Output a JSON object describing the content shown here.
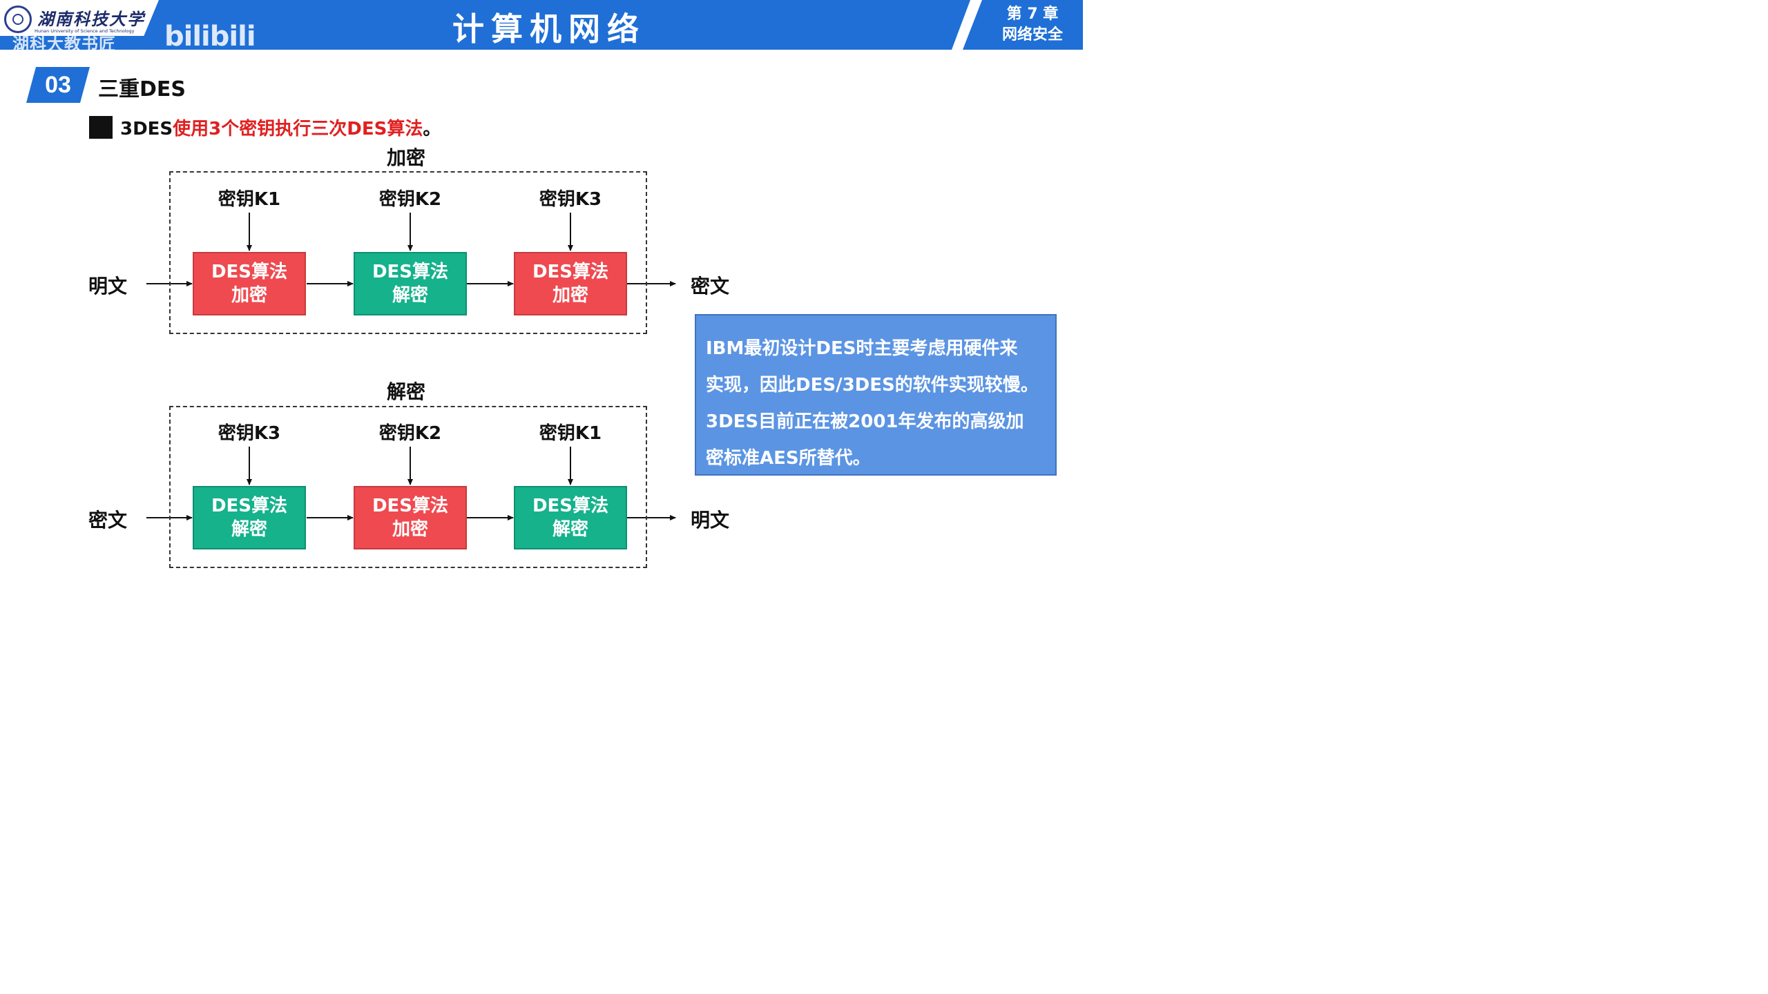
{
  "header": {
    "university_name": "湖南科技大学",
    "university_en": "Hunan University of Science and Technology",
    "watermark": "湖科大教书匠",
    "platform": "bilibili",
    "course_title": "计算机网络",
    "chapter_number": "第 7 章",
    "chapter_title": "网络安全"
  },
  "section": {
    "number": "03",
    "title": "三重DES"
  },
  "bullet": {
    "prefix": "3DES",
    "highlight": "使用3个密钥执行三次DES算法",
    "suffix": "。"
  },
  "encryption": {
    "title": "加密",
    "input": "明文",
    "output": "密文",
    "keys": [
      "密钥K1",
      "密钥K2",
      "密钥K3"
    ],
    "blocks": [
      {
        "line1": "DES算法",
        "line2": "加密",
        "kind": "enc"
      },
      {
        "line1": "DES算法",
        "line2": "解密",
        "kind": "dec"
      },
      {
        "line1": "DES算法",
        "line2": "加密",
        "kind": "enc"
      }
    ]
  },
  "decryption": {
    "title": "解密",
    "input": "密文",
    "output": "明文",
    "keys": [
      "密钥K3",
      "密钥K2",
      "密钥K1"
    ],
    "blocks": [
      {
        "line1": "DES算法",
        "line2": "解密",
        "kind": "dec"
      },
      {
        "line1": "DES算法",
        "line2": "加密",
        "kind": "enc"
      },
      {
        "line1": "DES算法",
        "line2": "解密",
        "kind": "dec"
      }
    ]
  },
  "note": {
    "lines": [
      "IBM最初设计DES时主要考虑用硬件来",
      "实现，因此DES/3DES的软件实现较慢。",
      "3DES目前正在被2001年发布的高级加",
      "密标准AES所替代。"
    ]
  },
  "colors": {
    "header_blue": "#1f6fd6",
    "enc_red": "#ee4a50",
    "dec_green": "#15b28c",
    "note_blue": "#5b94e3",
    "highlight_red": "#e02020"
  }
}
